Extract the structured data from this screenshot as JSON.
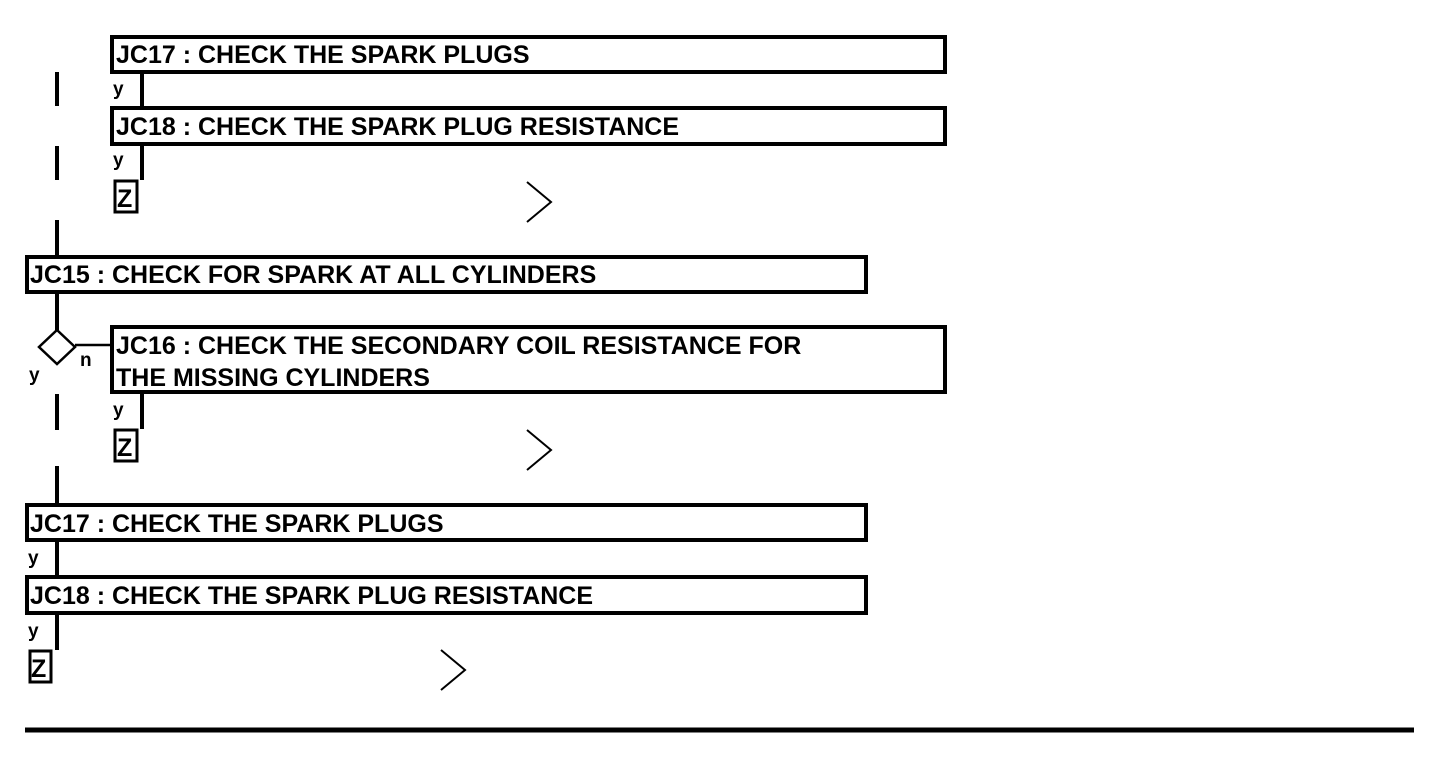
{
  "steps": {
    "jc17_top": "JC17 : CHECK THE SPARK PLUGS",
    "jc18_top": "JC18 : CHECK THE SPARK PLUG RESISTANCE",
    "jc15": "JC15 : CHECK FOR SPARK AT ALL CYLINDERS",
    "jc16_line1": "JC16 : CHECK THE SECONDARY COIL RESISTANCE FOR",
    "jc16_line2": "THE MISSING CYLINDERS",
    "jc17_bottom": "JC17 : CHECK THE SPARK PLUGS",
    "jc18_bottom": "JC18 : CHECK THE SPARK PLUG RESISTANCE"
  },
  "labels": {
    "yes": "y",
    "no": "n",
    "end": "Z"
  }
}
